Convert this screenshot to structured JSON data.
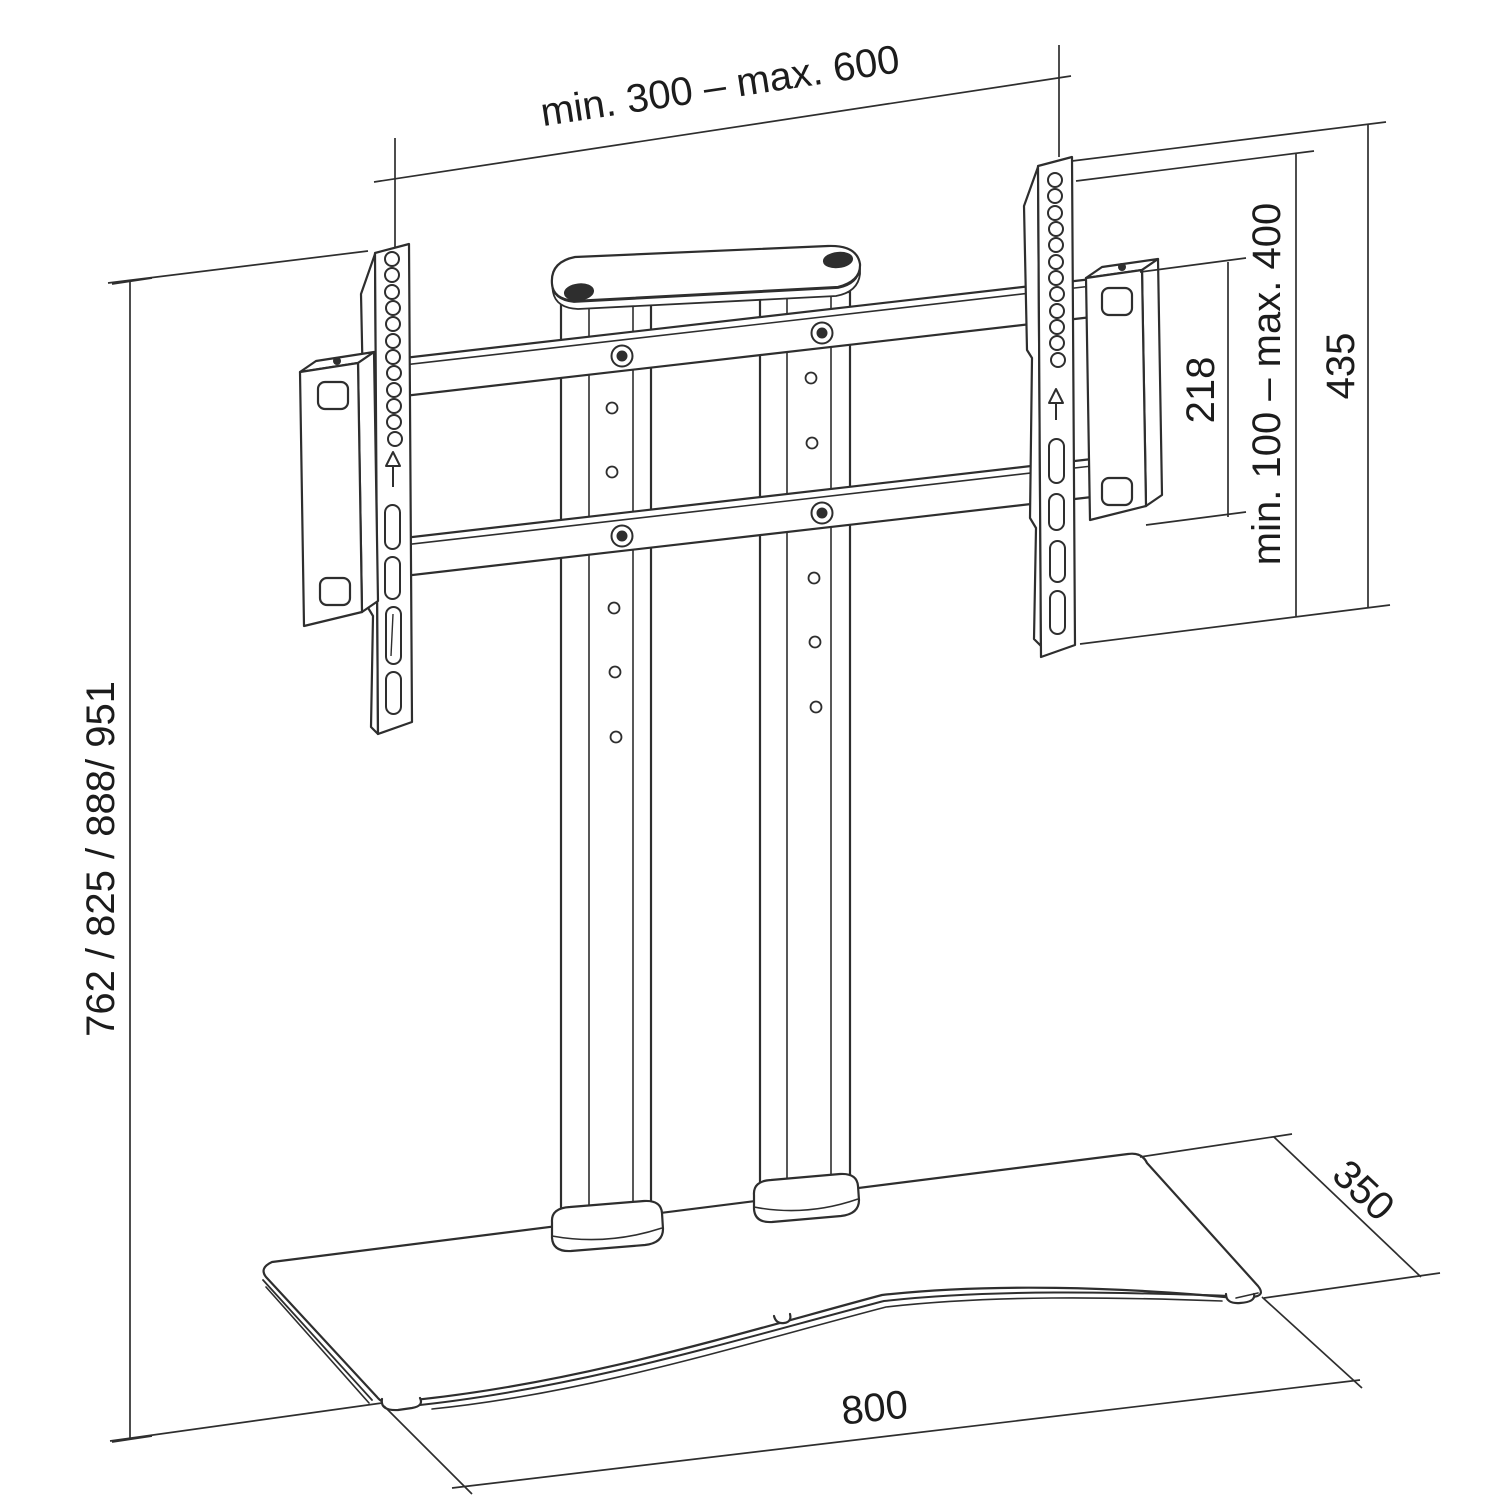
{
  "diagram": {
    "dimensions": {
      "top_width": "min. 300 – max. 600",
      "height_options": "762 / 825 / 888/ 951",
      "vesa_plate_span": "218",
      "vesa_height_range": "min. 100 – max. 400",
      "rail_height": "435",
      "base_depth": "350",
      "base_width": "800"
    },
    "colors": {
      "line": "#2e2e2e",
      "background": "#ffffff"
    }
  }
}
